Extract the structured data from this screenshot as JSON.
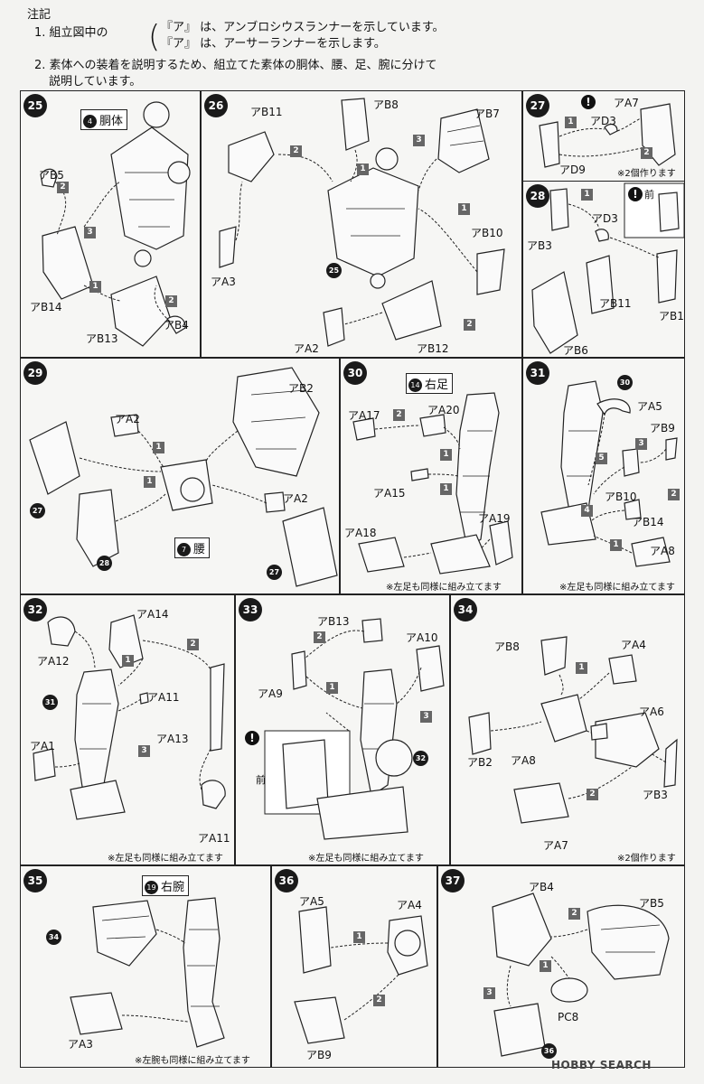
{
  "notes": {
    "title": "注記",
    "item1_prefix": "1. 組立図中の",
    "item1_line1": "『ア』 は、アンブロシウスランナーを示しています。",
    "item1_line2": "『ア』 は、アーサーランナーを示します。",
    "item2_line1": "2. 素体への装着を説明するため、組立てた素体の胴体、腰、足、腕に分けて",
    "item2_line2": "説明しています。"
  },
  "steps": {
    "s25": {
      "num": "25",
      "box_num": "4",
      "box_label": "胴体",
      "labels": [
        "アB5",
        "アB14",
        "アB13",
        "アB4"
      ],
      "arrows": [
        "2",
        "3",
        "1",
        "2"
      ]
    },
    "s26": {
      "num": "26",
      "labels": [
        "アB11",
        "アB8",
        "アB7",
        "アA3",
        "アB10",
        "アA2",
        "アB12"
      ],
      "arrows": [
        "2",
        "1",
        "3",
        "1",
        "2"
      ],
      "ref": "25"
    },
    "s27": {
      "num": "27",
      "labels": [
        "アA7",
        "アD3",
        "アD9"
      ],
      "arrows": [
        "1",
        "2"
      ],
      "note": "※2個作ります"
    },
    "s28": {
      "num": "28",
      "labels": [
        "アD3",
        "アB3",
        "アB11",
        "アB1",
        "アB6"
      ],
      "arrows": [
        "1"
      ],
      "front": "前"
    },
    "s29": {
      "num": "29",
      "box_num": "7",
      "box_label": "腰",
      "labels": [
        "アB2",
        "アA2",
        "アA2"
      ],
      "arrows": [
        "1",
        "1"
      ],
      "refs": [
        "27",
        "28",
        "27"
      ]
    },
    "s30": {
      "num": "30",
      "box_num": "14",
      "box_label": "右足",
      "labels": [
        "アA17",
        "アA20",
        "アA15",
        "アA18",
        "アA19"
      ],
      "arrows": [
        "2",
        "1",
        "1"
      ],
      "note": "※左足も同様に組み立てます"
    },
    "s31": {
      "num": "31",
      "labels": [
        "アA5",
        "アB9",
        "アB10",
        "アB14",
        "アA8"
      ],
      "arrows": [
        "3",
        "5",
        "2",
        "4",
        "1"
      ],
      "ref": "30",
      "note": "※左足も同様に組み立てます"
    },
    "s32": {
      "num": "32",
      "labels": [
        "アA14",
        "アA12",
        "アA11",
        "アA13",
        "アA1",
        "アA11"
      ],
      "arrows": [
        "2",
        "1",
        "3"
      ],
      "ref": "31",
      "note": "※左足も同様に組み立てます"
    },
    "s33": {
      "num": "33",
      "labels": [
        "アB13",
        "アA10",
        "アA9"
      ],
      "arrows": [
        "2",
        "1",
        "3"
      ],
      "ref": "32",
      "front": "前",
      "note": "※左足も同様に組み立てます"
    },
    "s34": {
      "num": "34",
      "labels": [
        "アB8",
        "アA4",
        "アA6",
        "アB2",
        "アA8",
        "アB3",
        "アA7"
      ],
      "arrows": [
        "1",
        "2"
      ],
      "note": "※2個作ります"
    },
    "s35": {
      "num": "35",
      "box_num": "19",
      "box_label": "右腕",
      "labels": [
        "アA3"
      ],
      "ref": "34",
      "note": "※左腕も同様に組み立てます"
    },
    "s36": {
      "num": "36",
      "labels": [
        "アA5",
        "アA4",
        "アB9"
      ],
      "arrows": [
        "1",
        "2"
      ]
    },
    "s37": {
      "num": "37",
      "labels": [
        "アB4",
        "アB5",
        "PC8"
      ],
      "arrows": [
        "2",
        "1",
        "3"
      ],
      "ref": "36"
    }
  },
  "watermark": "HOBBY SEARCH"
}
